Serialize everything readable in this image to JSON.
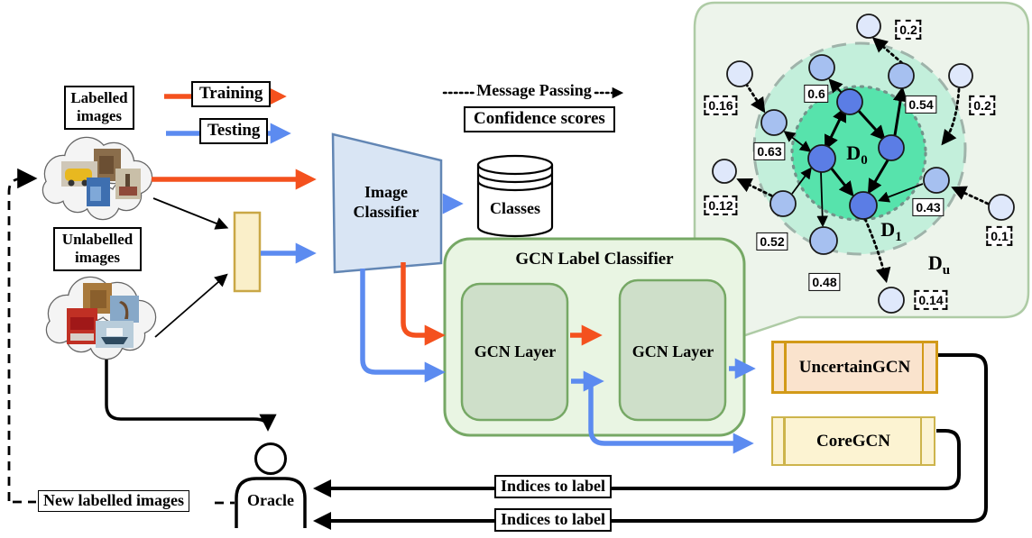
{
  "legend": {
    "labelled_label": "Labelled images",
    "unlabelled_label": "Unlabelled images",
    "training_label": "Training",
    "testing_label": "Testing",
    "message_passing_label": "Message Passing",
    "confidence_scores_label": "Confidence scores"
  },
  "pipeline": {
    "image_classifier_label": "Image Classifier",
    "classes_label": "Classes",
    "gcn_classifier_title": "GCN Label Classifier",
    "gcn_layer1_label": "GCN Layer",
    "gcn_layer2_label": "GCN Layer",
    "uncertain_gcn_label": "UncertainGCN",
    "core_gcn_label": "CoreGCN",
    "oracle_label": "Oracle",
    "indices_to_label_top": "Indices to label",
    "indices_to_label_bottom": "Indices to label",
    "new_labelled_images_label": "New labelled images"
  },
  "graph": {
    "regions": [
      {
        "base": "D",
        "sub": "0"
      },
      {
        "base": "D",
        "sub": "1"
      },
      {
        "base": "D",
        "sub": "u"
      }
    ],
    "scores": [
      {
        "value": "0.2",
        "box": "dashed"
      },
      {
        "value": "0.16",
        "box": "dashed"
      },
      {
        "value": "0.6",
        "box": "solid"
      },
      {
        "value": "0.54",
        "box": "solid"
      },
      {
        "value": "0.2",
        "box": "dashed"
      },
      {
        "value": "0.63",
        "box": "solid"
      },
      {
        "value": "0.12",
        "box": "dashed"
      },
      {
        "value": "0.43",
        "box": "solid"
      },
      {
        "value": "0.1",
        "box": "dashed"
      },
      {
        "value": "0.52",
        "box": "solid"
      },
      {
        "value": "0.48",
        "box": "solid"
      },
      {
        "value": "0.14",
        "box": "dashed"
      }
    ]
  },
  "icons": [
    "labelled-images-cloud-icon",
    "unlabelled-images-cloud-icon",
    "feature-bar-icon",
    "classifier-trapezoid-icon",
    "classes-database-icon",
    "oracle-person-icon",
    "message-passing-dotted-arrow-icon",
    "graph-speech-bubble-icon"
  ],
  "colors": {
    "training_arrow": "#F4511E",
    "testing_arrow": "#5C8BF0",
    "classifier_fill": "#D9E5F4",
    "classifier_border": "#6286B4",
    "gcn_box_fill": "#E9F5E3",
    "gcn_box_border": "#76A865",
    "gcn_layer_fill": "#CEDFC9",
    "uncertain_fill": "#FAE3CD",
    "uncertain_border": "#D29A18",
    "core_fill": "#FCF3D2",
    "core_border": "#CDB44C",
    "bar_fill": "#FAEFC9",
    "bar_border": "#C9A746",
    "bubble_fill": "#EDF4EB",
    "bubble_border": "#AECBA5",
    "d0_fill": "#57E3AC",
    "d1_fill": "#C3EFDB",
    "node_labelled": "#5B7DE5",
    "node_intermediate": "#A6C0F0",
    "node_unlabelled": "#DFE8FB"
  }
}
